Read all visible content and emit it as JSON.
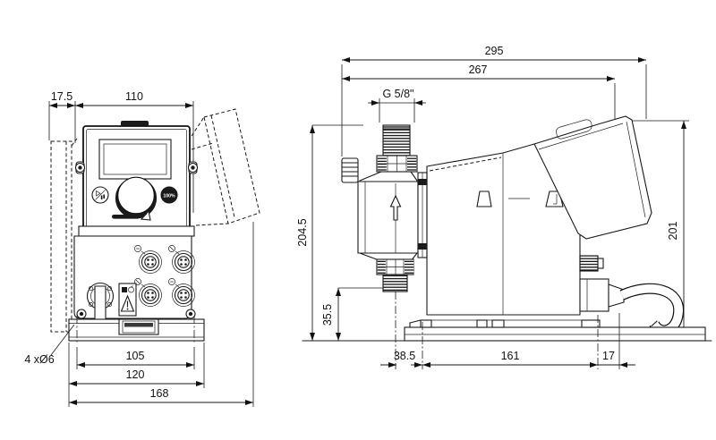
{
  "front_view": {
    "dim_wall_offset": "17.5",
    "dim_panel_width": "110",
    "dim_hole_spacing": "105",
    "dim_baseplate_width": "120",
    "dim_overall_width": "168",
    "mounting_holes_label": "4 xØ6",
    "button_100_label": "100%"
  },
  "side_view": {
    "dim_overall_depth": "295",
    "dim_depth_to_control_cube": "267",
    "dim_connection_thread": "G 5/8\"",
    "dim_height_to_connection": "204.5",
    "dim_height_to_control_cube": "201",
    "dim_suction_valve_height": "35.5",
    "dim_front_overhang": "38.5",
    "dim_baseplate_length": "161",
    "dim_rear_overhang": "17"
  },
  "icons": {
    "start_stop": "play-pause-icon",
    "flow_direction": "up-arrow-icon",
    "warning": "warning-triangle-icon",
    "brand": "grundfos-wordmark"
  }
}
